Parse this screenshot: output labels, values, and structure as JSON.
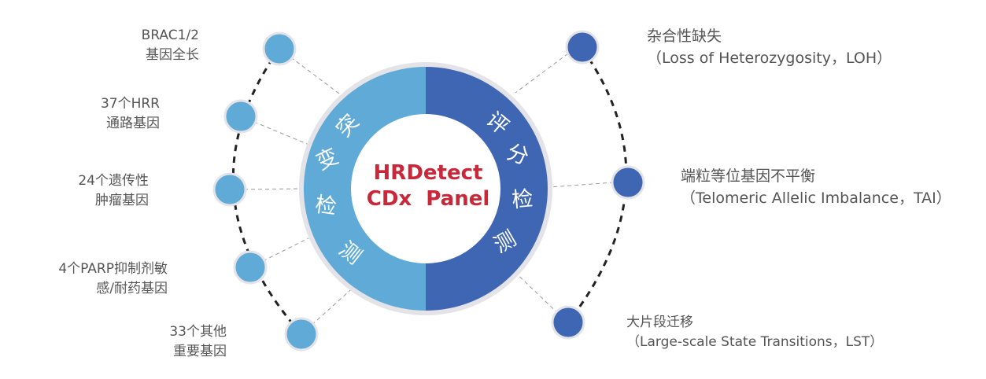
{
  "center": {
    "line1": "HRDetect",
    "line2": "CDx  Panel",
    "color": "#C8283A"
  },
  "left_ring": {
    "chars": [
      "突",
      "变",
      "检",
      "测"
    ],
    "color": "#5FAAD6"
  },
  "right_ring": {
    "chars": [
      "评",
      "分",
      "检",
      "测"
    ],
    "color": "#3F66B2"
  },
  "left_items": [
    {
      "line1": "BRAC1/2",
      "line2": "基因全长"
    },
    {
      "line1": "37个HRR",
      "line2": "通路基因"
    },
    {
      "line1": "24个遗传性",
      "line2": "肿瘤基因"
    },
    {
      "line1": "4个PARP抑制剂敏",
      "line2": "感/耐药基因"
    },
    {
      "line1": "33个其他",
      "line2": "重要基因"
    }
  ],
  "right_items": [
    {
      "line1": "杂合性缺失",
      "line2": "（Loss of Heterozygosity，LOH）"
    },
    {
      "line1": "端粒等位基因不平衡",
      "line2": "（Telomeric Allelic Imbalance，TAI）"
    },
    {
      "line1": "大片段迁移",
      "line2": "（Large-scale State Transitions，LST）"
    }
  ],
  "colors": {
    "left_dot": "#5FAAD6",
    "right_dot": "#3F66B2",
    "ring_border": "#E3E3E8",
    "text": "#555555",
    "connector": "#999999",
    "arc": "#222222"
  }
}
